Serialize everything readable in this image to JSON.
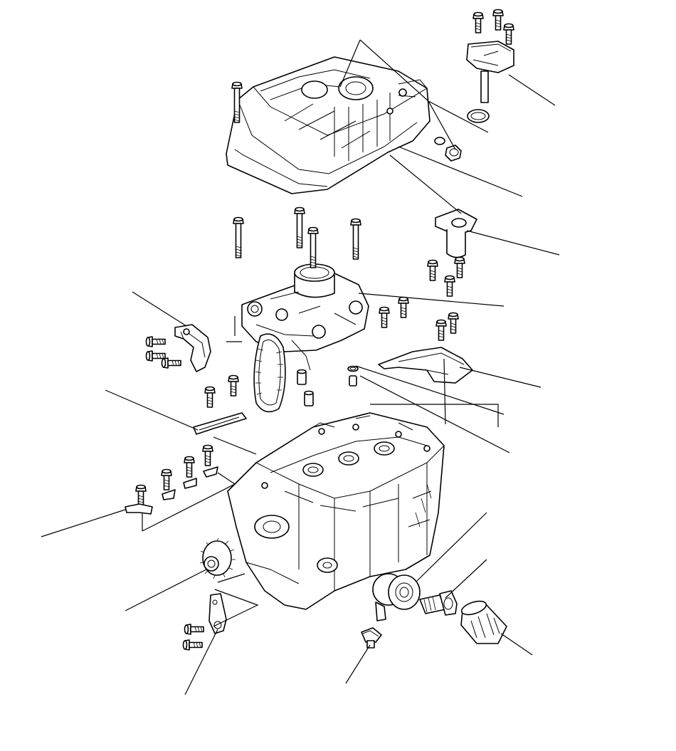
{
  "figure": {
    "kind": "exploded-view-engine-lower-assembly",
    "line_color": "#000000",
    "background": "#ffffff"
  },
  "parts": [
    {
      "id": "oil-level-sensor",
      "icon": "sensor-icon"
    },
    {
      "id": "oil-pan",
      "icon": "oil-pan-icon"
    },
    {
      "id": "drain-plug",
      "icon": "drain-plug-icon"
    },
    {
      "id": "oil-strainer",
      "icon": "strainer-icon"
    },
    {
      "id": "oil-pump",
      "icon": "pump-icon"
    },
    {
      "id": "baffle-plate",
      "icon": "baffle-icon"
    },
    {
      "id": "o-ring",
      "icon": "o-ring-icon"
    },
    {
      "id": "dowel-pin",
      "icon": "dowel-icon"
    },
    {
      "id": "chain-tensioner",
      "icon": "tensioner-icon"
    },
    {
      "id": "chain-guide",
      "icon": "guide-icon"
    },
    {
      "id": "oil-jets",
      "icon": "oil-jet-icon"
    },
    {
      "id": "crank-sprocket",
      "icon": "sprocket-icon"
    },
    {
      "id": "bracket",
      "icon": "bracket-icon"
    },
    {
      "id": "oil-pressure-switch",
      "icon": "switch-icon"
    },
    {
      "id": "oil-cooler",
      "icon": "cooler-icon"
    },
    {
      "id": "oil-filter-bolt",
      "icon": "bolt-icon"
    },
    {
      "id": "oil-filter",
      "icon": "filter-icon"
    },
    {
      "id": "engine-block",
      "icon": "engine-block-icon"
    },
    {
      "id": "oil-pump-chain",
      "icon": "chain-icon"
    }
  ],
  "callouts": []
}
